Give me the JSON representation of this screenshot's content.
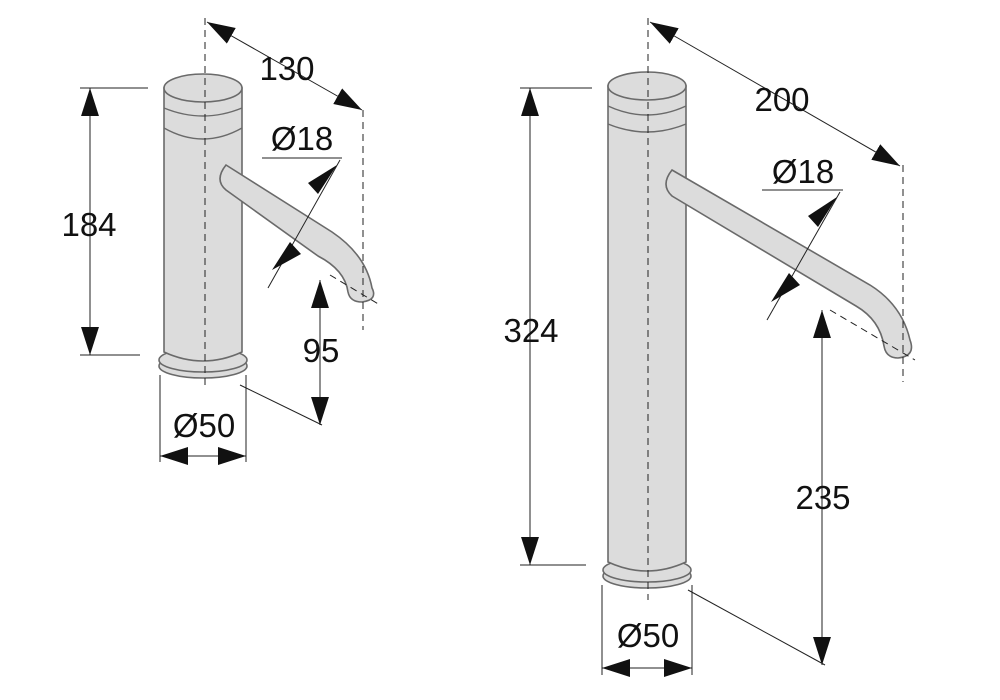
{
  "drawing": {
    "left_faucet": {
      "spout_reach": "130",
      "height": "184",
      "spout_diameter": "Ø18",
      "spout_clearance": "95",
      "base_diameter": "Ø50"
    },
    "right_faucet": {
      "spout_reach": "200",
      "height": "324",
      "spout_diameter": "Ø18",
      "spout_clearance": "235",
      "base_diameter": "Ø50"
    }
  }
}
